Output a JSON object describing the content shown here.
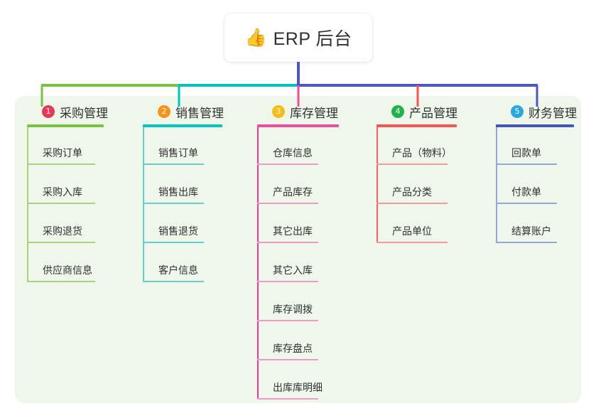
{
  "page": {
    "background": "#ffffff",
    "panel_color": "#eff7ea"
  },
  "root": {
    "icon": "thumbs-up-icon",
    "icon_glyph": "👍",
    "title": "ERP 后台",
    "stem_color": "#4c57c4"
  },
  "connector": {
    "segment_colors": [
      "#7ac143",
      "#00c5bd",
      "#4c57c4"
    ],
    "drop_colors": [
      "#7ac143",
      "#00c5bd",
      "#ec4d9b",
      "#fc5252",
      "#4c57c4"
    ]
  },
  "columns": [
    {
      "index": "1",
      "title": "采购管理",
      "badge_color": "#e8385a",
      "rule_color": "#7ac143",
      "leaf_color": "#a8d27f",
      "spine_color": "#a8d27f",
      "leaves": [
        "采购订单",
        "采购入库",
        "采购退货",
        "供应商信息"
      ]
    },
    {
      "index": "2",
      "title": "销售管理",
      "badge_color": "#f7941e",
      "rule_color": "#00c5bd",
      "leaf_color": "#66cfc9",
      "spine_color": "#66cfc9",
      "leaves": [
        "销售订单",
        "销售出库",
        "销售退货",
        "客户信息"
      ]
    },
    {
      "index": "3",
      "title": "库存管理",
      "badge_color": "#f9bc15",
      "rule_color": "#ec4d9b",
      "leaf_color": "#f09ac6",
      "spine_color": "#e8399a",
      "leaves": [
        "仓库信息",
        "产品库存",
        "其它出库",
        "其它入库",
        "库存调拨",
        "库存盘点",
        "出库库明细"
      ]
    },
    {
      "index": "4",
      "title": "产品管理",
      "badge_color": "#22b14c",
      "rule_color": "#fc5252",
      "leaf_color": "#f59a97",
      "spine_color": "#f2645f",
      "leaves": [
        "产品（物料）",
        "产品分类",
        "产品单位"
      ]
    },
    {
      "index": "5",
      "title": "财务管理",
      "badge_color": "#29a9e0",
      "rule_color": "#4055c8",
      "leaf_color": "#93a6e2",
      "spine_color": "#93a6e2",
      "leaves": [
        "回款单",
        "付款单",
        "结算账户"
      ]
    }
  ]
}
